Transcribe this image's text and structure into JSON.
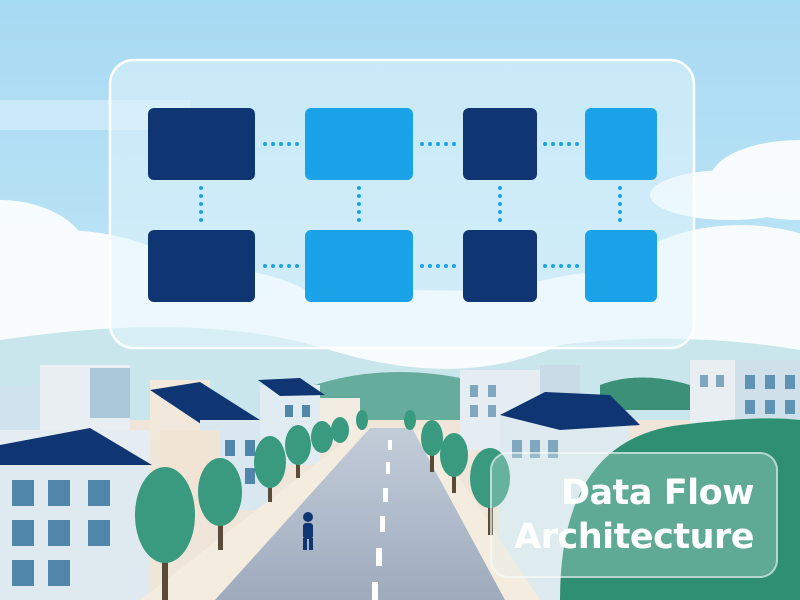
{
  "title": {
    "line1": "Data Flow",
    "line2": "Architecture"
  },
  "colors": {
    "sky": "#b9e2f5",
    "dark_block": "#0f3572",
    "light_block": "#1aa3e8",
    "connector": "#1aa3e8",
    "roof": "#0f3572",
    "tree": "#3a9a80",
    "green_hill": "#2f8f72",
    "road": "#a9b7c9"
  },
  "diagram": {
    "rows": 2,
    "columns": 4,
    "block_pattern": [
      "dark",
      "light",
      "dark",
      "light"
    ]
  }
}
